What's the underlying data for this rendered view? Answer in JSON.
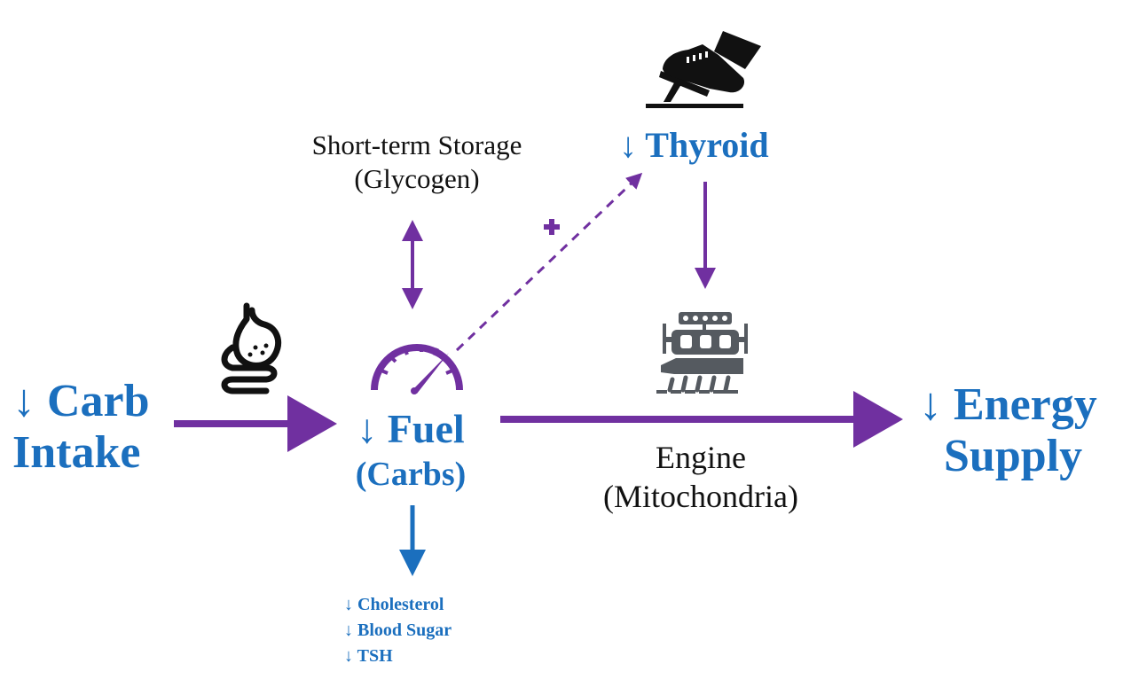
{
  "colors": {
    "label_blue": "#1b6fbe",
    "arrow_purple": "#7030a0",
    "icon_black": "#111111",
    "icon_gray": "#555a60"
  },
  "nodes": {
    "carb_intake": {
      "line1": "↓ Carb",
      "line2": "Intake"
    },
    "fuel": {
      "line1": "↓ Fuel",
      "line2": "(Carbs)"
    },
    "energy_supply": {
      "line1": "↓ Energy",
      "line2": "Supply"
    },
    "thyroid": {
      "label": "↓ Thyroid"
    },
    "storage": {
      "line1": "Short-term Storage",
      "line2": "(Glycogen)"
    },
    "engine": {
      "line1": "Engine",
      "line2": "(Mitochondria)"
    },
    "markers": [
      {
        "label": "↓ Cholesterol"
      },
      {
        "label": "↓ Blood Sugar"
      },
      {
        "label": "↓ TSH"
      }
    ]
  },
  "edges": [
    {
      "from": "carb_intake",
      "to": "fuel",
      "style": "solid",
      "color": "purple"
    },
    {
      "from": "fuel",
      "to": "energy_supply",
      "style": "solid",
      "color": "purple"
    },
    {
      "from": "fuel",
      "to": "storage",
      "style": "solid-bidirectional",
      "color": "purple"
    },
    {
      "from": "fuel",
      "to": "thyroid",
      "style": "dashed",
      "color": "purple",
      "sign": "+"
    },
    {
      "from": "thyroid",
      "to": "engine",
      "style": "solid",
      "color": "purple"
    },
    {
      "from": "fuel",
      "to": "markers",
      "style": "solid",
      "color": "blue"
    }
  ],
  "icons": {
    "digestive": "stomach-intestine-icon",
    "gauge": "fuel-gauge-icon",
    "pedal": "foot-on-pedal-icon",
    "engine": "engine-icon"
  },
  "edge_sign": "+"
}
